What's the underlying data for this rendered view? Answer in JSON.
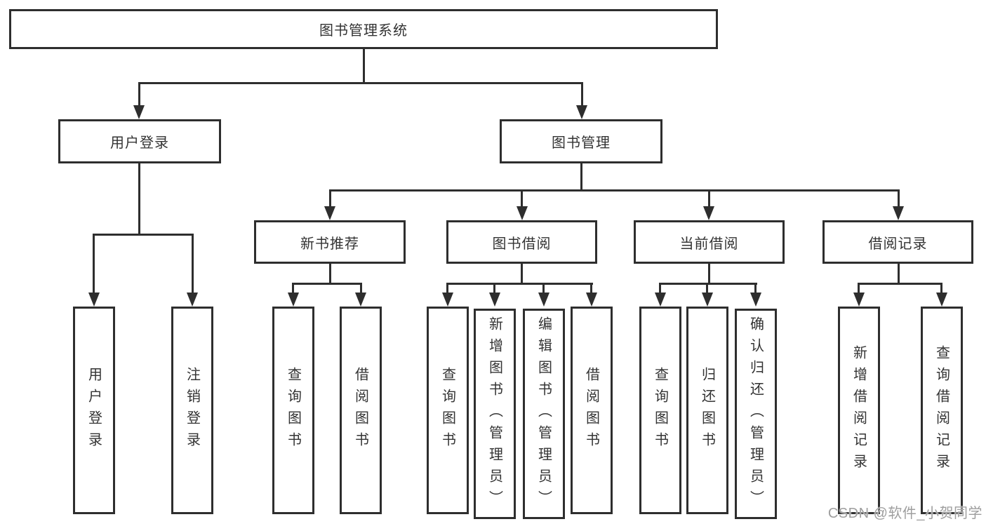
{
  "diagram": {
    "background_color": "#ffffff",
    "line_color": "#2e2e2e",
    "text_color": "#333333",
    "watermark_color": "#9e9e9e",
    "root": {
      "label": "图书管理系统"
    },
    "level2": [
      {
        "label": "用户登录"
      },
      {
        "label": "图书管理"
      }
    ],
    "level3": [
      {
        "label": "新书推荐",
        "parent": "图书管理"
      },
      {
        "label": "图书借阅",
        "parent": "图书管理"
      },
      {
        "label": "当前借阅",
        "parent": "图书管理"
      },
      {
        "label": "借阅记录",
        "parent": "图书管理"
      }
    ],
    "leaves": [
      {
        "label": "用户登录",
        "parent": "用户登录"
      },
      {
        "label": "注销登录",
        "parent": "用户登录"
      },
      {
        "label": "查询图书",
        "parent": "新书推荐"
      },
      {
        "label": "借阅图书",
        "parent": "新书推荐"
      },
      {
        "label": "查询图书",
        "parent": "图书借阅"
      },
      {
        "label": "新增图书（管理员）",
        "parent": "图书借阅"
      },
      {
        "label": "编辑图书（管理员）",
        "parent": "图书借阅"
      },
      {
        "label": "借阅图书",
        "parent": "图书借阅"
      },
      {
        "label": "查询图书",
        "parent": "当前借阅"
      },
      {
        "label": "归还图书",
        "parent": "当前借阅"
      },
      {
        "label": "确认归还（管理员）",
        "parent": "当前借阅"
      },
      {
        "label": "新增借阅记录",
        "parent": "借阅记录"
      },
      {
        "label": "查询借阅记录",
        "parent": "借阅记录"
      }
    ],
    "watermark": "CSDN @软件_小贺同学"
  }
}
